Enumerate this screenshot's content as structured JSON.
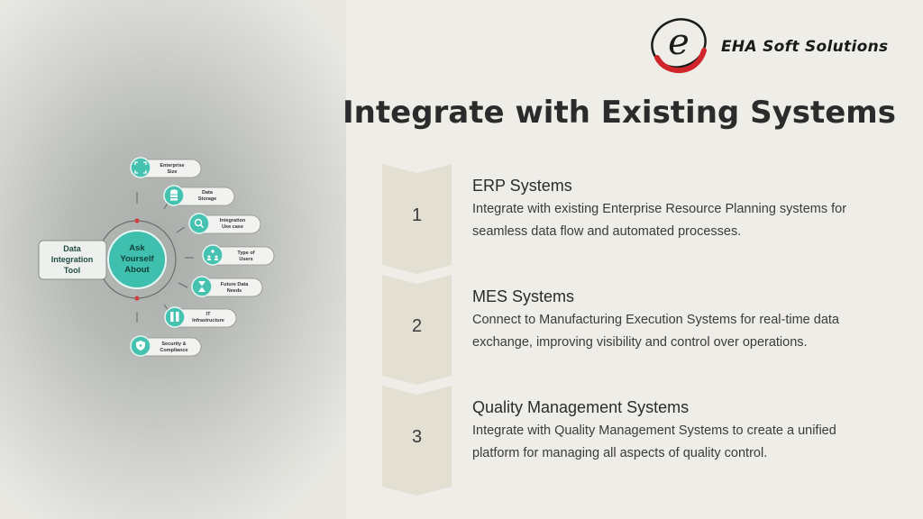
{
  "brand": {
    "name": "EHA Soft Solutions",
    "logo_letter": "e"
  },
  "title": "Integrate with Existing Systems",
  "steps": [
    {
      "number": "1",
      "title": "ERP Systems",
      "desc_line1": "Integrate with existing Enterprise Resource Planning systems for",
      "desc_line2": "seamless data flow and automated processes."
    },
    {
      "number": "2",
      "title": "MES Systems",
      "desc_line1": "Connect to Manufacturing Execution Systems for real-time data",
      "desc_line2": "exchange, improving visibility and control over operations."
    },
    {
      "number": "3",
      "title": "Quality Management Systems",
      "desc_line1": "Integrate with Quality Management Systems to create a unified",
      "desc_line2": "platform for managing all aspects of quality control."
    }
  ],
  "diagram": {
    "left_box": {
      "line1": "Data",
      "line2": "Integration",
      "line3": "Tool"
    },
    "center": {
      "line1": "Ask",
      "line2": "Yourself",
      "line3": "About"
    },
    "items": [
      {
        "line1": "Enterprise",
        "line2": "Size",
        "icon": "expand-icon"
      },
      {
        "line1": "Data",
        "line2": "Storage",
        "icon": "database-icon"
      },
      {
        "line1": "Integration",
        "line2": "Use case",
        "icon": "search-icon"
      },
      {
        "line1": "Type of",
        "line2": "Users",
        "icon": "users-icon"
      },
      {
        "line1": "Future Data",
        "line2": "Needs",
        "icon": "hourglass-icon"
      },
      {
        "line1": "IT",
        "line2": "Infrastructure",
        "icon": "server-icon"
      },
      {
        "line1": "Security &",
        "line2": "Compliance",
        "icon": "shield-icon"
      }
    ]
  },
  "colors": {
    "teal": "#4fc6b3",
    "teal_dark": "#1d8f7e",
    "chevron": "#e4dfd3",
    "accent_red": "#d0262b"
  }
}
